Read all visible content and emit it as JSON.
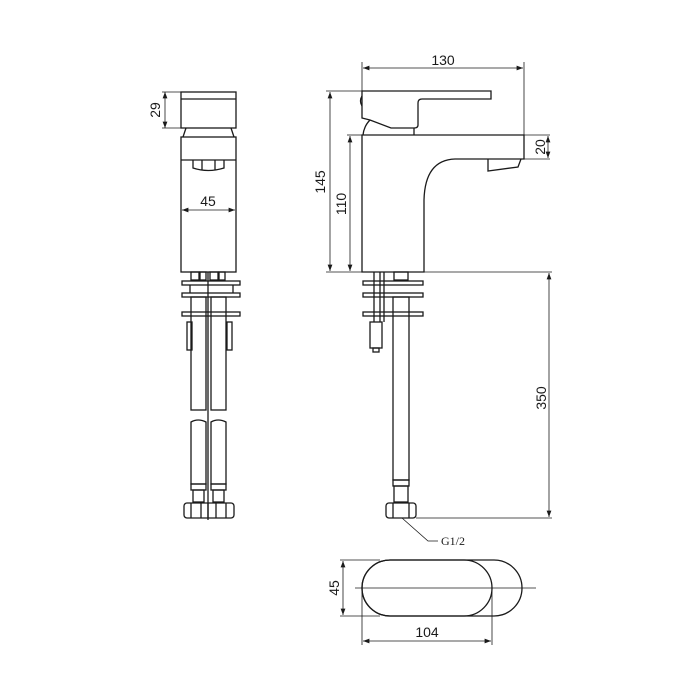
{
  "drawing": {
    "title": "Basin mixer tap technical drawing",
    "line_color": "#1a1a1a",
    "background": "#ffffff"
  },
  "side_view": {
    "lever_height": "29",
    "body_width": "45"
  },
  "front_view": {
    "total_depth": "130",
    "total_height": "145",
    "body_height": "110",
    "spout_height": "20",
    "hose_length": "350",
    "connector_thread": "G1/2"
  },
  "base_view": {
    "width": "104",
    "depth": "45"
  }
}
